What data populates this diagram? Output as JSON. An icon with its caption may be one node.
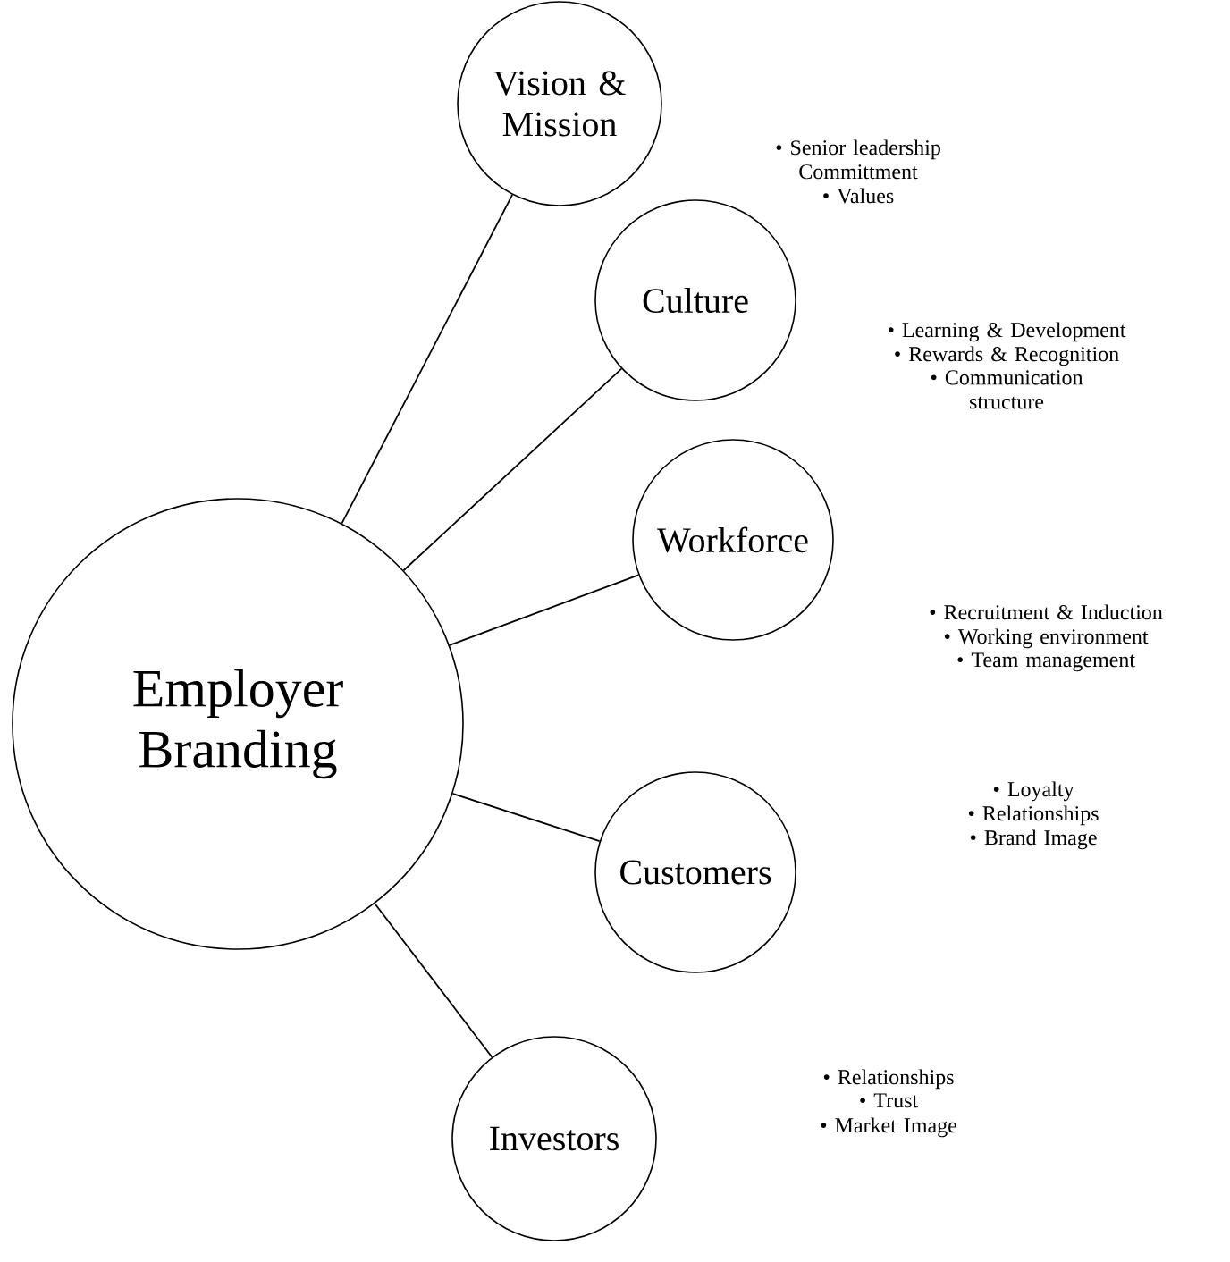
{
  "diagram": {
    "nodes": [
      {
        "text": [
          "Employer Branding"
        ]
      },
      {
        "text": [
          "Vision & Mission"
        ],
        "beside": [
          "• Senior leadership Committment",
          "• Values"
        ]
      },
      {
        "text": [
          "Culture"
        ],
        "beside": [
          "• Learning & Development",
          "• Rewards & Recognition",
          "• Communication structure"
        ]
      },
      {
        "text": [
          "Workforce"
        ],
        "beside": [
          "• Recruitment & Induction",
          "• Working environment",
          "• Team management"
        ]
      },
      {
        "text": [
          "Customers"
        ],
        "beside": [
          "• Loyalty",
          "• Relationships",
          "• Brand Image"
        ]
      },
      {
        "text": [
          "Investors"
        ],
        "beside": [
          "• Relationships",
          "• Trust",
          "• Market Image"
        ]
      }
    ],
    "edges": [
      {
        "from": 0,
        "to": 1,
        "arrow": "none"
      },
      {
        "from": 0,
        "to": 2,
        "arrow": "none"
      },
      {
        "from": 0,
        "to": 3,
        "arrow": "none"
      },
      {
        "from": 0,
        "to": 4,
        "arrow": "none"
      },
      {
        "from": 0,
        "to": 5,
        "arrow": "none"
      }
    ]
  }
}
